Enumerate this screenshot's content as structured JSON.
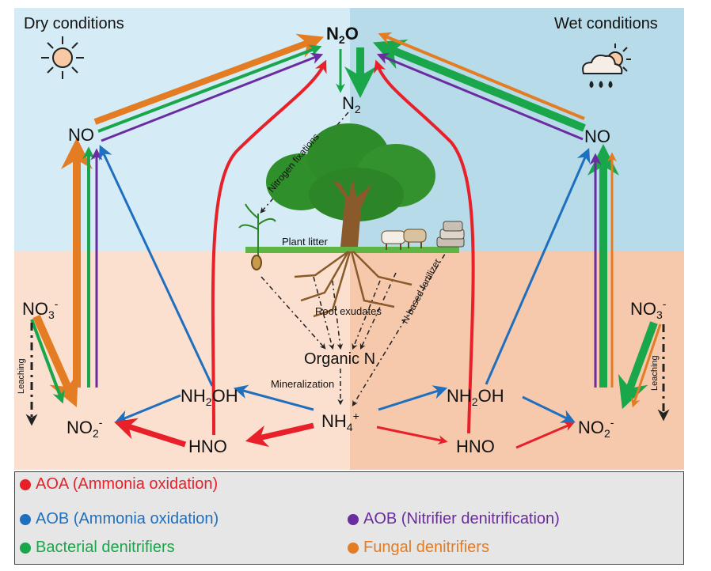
{
  "panels": {
    "dry_label": "Dry conditions",
    "wet_label": "Wet conditions"
  },
  "nodes": {
    "n2o": "N",
    "n2o_sub": "2",
    "n2o_tail": "O",
    "n2": "N",
    "n2_sub": "2",
    "no_left": "NO",
    "no_right": "NO",
    "no3_left": "NO",
    "no3_left_sub": "3",
    "no3_left_sup": "-",
    "no3_right": "NO",
    "no3_right_sub": "3",
    "no3_right_sup": "-",
    "no2_left": "NO",
    "no2_left_sub": "2",
    "no2_left_sup": "-",
    "no2_right": "NO",
    "no2_right_sub": "2",
    "no2_right_sup": "-",
    "nh2oh_left_a": "NH",
    "nh2oh_left_sub": "2",
    "nh2oh_left_b": "OH",
    "nh2oh_right_a": "NH",
    "nh2oh_right_sub": "2",
    "nh2oh_right_b": "OH",
    "hno_left": "HNO",
    "hno_right": "HNO",
    "nh4": "NH",
    "nh4_sub": "4",
    "nh4_sup": "+",
    "organic_n": "Organic N"
  },
  "process_labels": {
    "nitrogen_fixation": "Nitrogen fixations",
    "plant_litter": "Plant litter",
    "root_exudates": "Root exudates",
    "n_fertilizer": "N-based fertilizer",
    "mineralization": "Mineralization",
    "leaching_left": "Leaching",
    "leaching_right": "Leaching"
  },
  "legend": [
    {
      "label": "AOA (Ammonia oxidation)",
      "color": "#e8202a"
    },
    {
      "label": "AOB (Ammonia oxidation)",
      "color": "#1f6fbf"
    },
    {
      "label": "AOB (Nitrifier denitrification)",
      "color": "#6a2c9f"
    },
    {
      "label": "Bacterial denitrifiers",
      "color": "#1aa64a"
    },
    {
      "label": "Fungal denitrifiers",
      "color": "#e37c23"
    }
  ],
  "colors": {
    "sky_dry": "#d5ebf5",
    "sky_wet": "#b7dbe8",
    "soil_dry": "#fbe0cf",
    "soil_wet": "#f6c9ad",
    "aoa": "#e8202a",
    "aob": "#1f6fbf",
    "nitrifier": "#6a2c9f",
    "bacterial": "#1aa64a",
    "fungal": "#e37c23"
  },
  "icons": [
    "sun-icon",
    "cloud-sun-rain-icon",
    "tree-icon",
    "seedling-icon",
    "cows-icon",
    "fertilizer-bags-icon"
  ]
}
